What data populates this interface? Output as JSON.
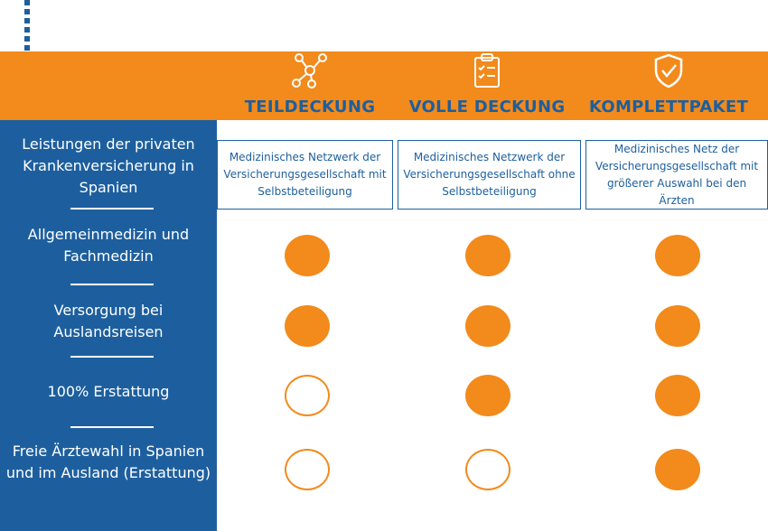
{
  "colors": {
    "orange": "#f28a1c",
    "blue": "#1d5f9e"
  },
  "columns": [
    {
      "title": "TEILDECKUNG",
      "icon": "network-icon",
      "description": "Medizinisches Netzwerk der Versicherungsgesellschaft mit Selbstbeteiligung"
    },
    {
      "title": "VOLLE DECKUNG",
      "icon": "clipboard-checklist-icon",
      "description": "Medizinisches Netzwerk der Versicherungsgesellschaft ohne Selbstbeteiligung"
    },
    {
      "title": "KOMPLETTPAKET",
      "icon": "shield-check-icon",
      "description": "Medizinisches Netz der Versicherungsgesellschaft mit größerer Auswahl bei den Ärzten"
    }
  ],
  "sidebar": {
    "heading": "Leistungen der privaten Krankenversicherung in Spanien",
    "rows": [
      {
        "label": "Allgemeinmedizin und Fachmedizin",
        "coverage": [
          true,
          true,
          true
        ]
      },
      {
        "label": "Versorgung bei Auslandsreisen",
        "coverage": [
          true,
          true,
          true
        ]
      },
      {
        "label": "100% Erstattung",
        "coverage": [
          false,
          true,
          true
        ]
      },
      {
        "label": "Freie Ärztewahl in Spanien und im Ausland (Erstattung)",
        "coverage": [
          false,
          false,
          true
        ]
      }
    ]
  }
}
